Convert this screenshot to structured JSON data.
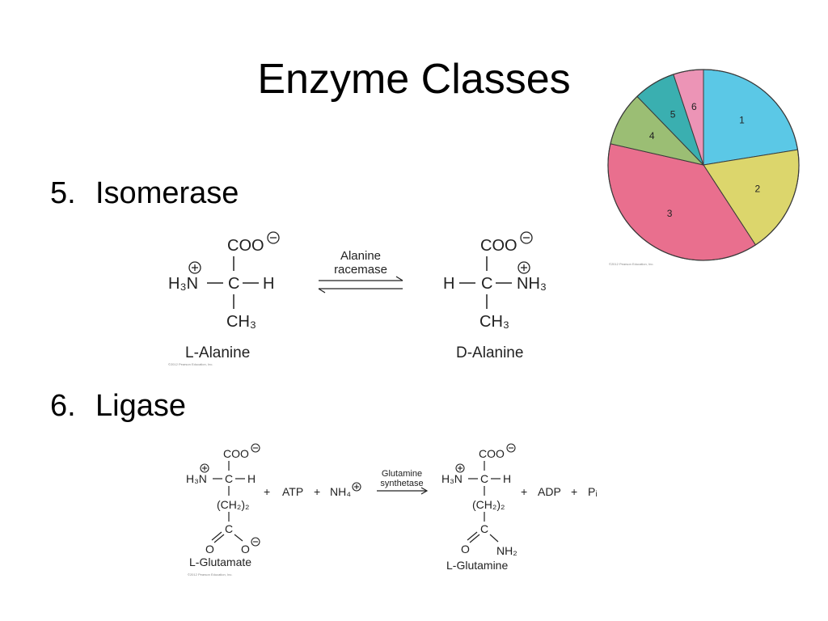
{
  "slide": {
    "title": "Enzyme Classes",
    "copyright": "©2012 Pearson Education, Inc."
  },
  "sections": [
    {
      "number": "5.",
      "label": "Isomerase"
    },
    {
      "number": "6.",
      "label": "Ligase"
    }
  ],
  "reaction_isomerase": {
    "enzyme_line1": "Alanine",
    "enzyme_line2": "racemase",
    "coo": "COO",
    "left_H3N": "H₃N",
    "right_NH3": "NH₃",
    "C": "C",
    "H": "H",
    "CH3": "CH₃",
    "reactant_name": "L-Alanine",
    "product_name": "D-Alanine"
  },
  "reaction_ligase": {
    "enzyme_line1": "Glutamine",
    "enzyme_line2": "synthetase",
    "coo": "COO",
    "H3N": "H₃N",
    "C": "C",
    "H": "H",
    "CH2_2": "(CH₂)₂",
    "O": "O",
    "NH2": "NH₂",
    "plus": "+",
    "ATP": "ATP",
    "NH4": "NH₄",
    "ADP": "ADP",
    "Pi": "Pᵢ",
    "reactant_name": "L-Glutamate",
    "product_name": "L-Glutamine"
  },
  "chart_data": {
    "type": "pie",
    "categories": [
      "1",
      "2",
      "3",
      "4",
      "5",
      "6"
    ],
    "values": [
      22,
      18,
      37,
      9,
      7,
      5
    ],
    "colors": [
      "#5bc8e6",
      "#dcd66c",
      "#e96f8e",
      "#9bbe74",
      "#3aafb0",
      "#ec94b6"
    ],
    "title": "",
    "legend": "none"
  }
}
